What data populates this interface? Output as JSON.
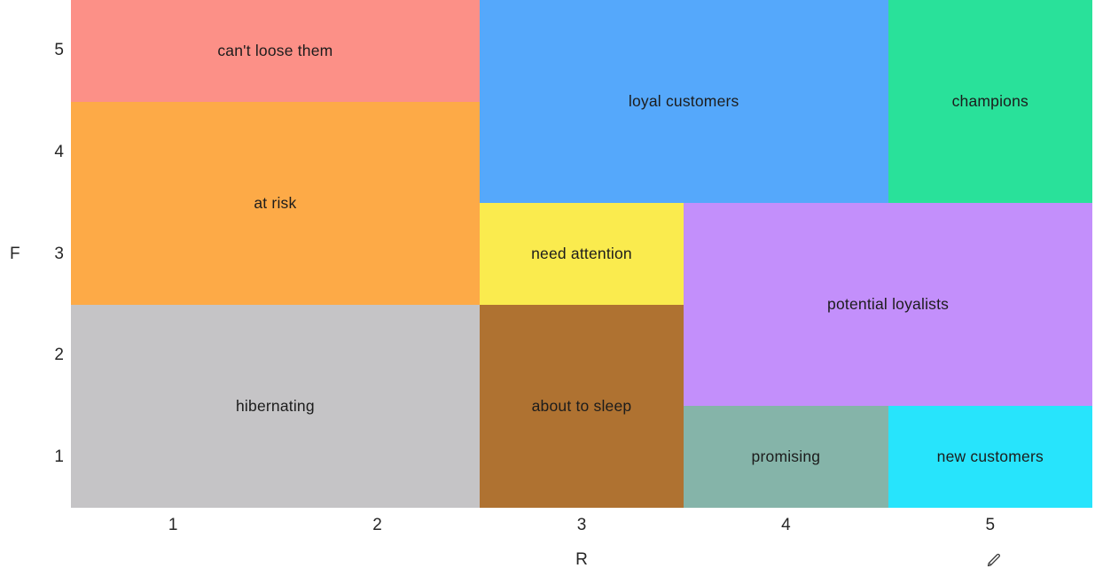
{
  "chart_data": {
    "type": "heatmap",
    "variant": "rfm-segment-map",
    "title": "",
    "xlabel": "R",
    "ylabel": "F",
    "x_ticks": [
      "1",
      "2",
      "3",
      "4",
      "5"
    ],
    "y_ticks": [
      "5",
      "4",
      "3",
      "2",
      "1"
    ],
    "xlim": [
      0.5,
      5.5
    ],
    "ylim": [
      0.5,
      5.5
    ],
    "grid": false,
    "legend_position": "none",
    "label_color": "#1c1c1c",
    "axis_text_color": "#262626",
    "segments": [
      {
        "label": "can't loose them",
        "color": "#FC9087",
        "r": [
          0.5,
          2.5
        ],
        "f": [
          4.5,
          5.5
        ]
      },
      {
        "label": "at risk",
        "color": "#FDAA47",
        "r": [
          0.5,
          2.5
        ],
        "f": [
          2.5,
          4.5
        ]
      },
      {
        "label": "hibernating",
        "color": "#C5C4C6",
        "r": [
          0.5,
          2.5
        ],
        "f": [
          0.5,
          2.5
        ]
      },
      {
        "label": "loyal customers",
        "color": "#55A8FB",
        "r": [
          2.5,
          4.5
        ],
        "f": [
          3.5,
          5.5
        ]
      },
      {
        "label": "champions",
        "color": "#29E19A",
        "r": [
          4.5,
          5.5
        ],
        "f": [
          3.5,
          5.5
        ]
      },
      {
        "label": "need attention",
        "color": "#FAEB4E",
        "r": [
          2.5,
          3.5
        ],
        "f": [
          2.5,
          3.5
        ]
      },
      {
        "label": "potential loyalists",
        "color": "#C38FFB",
        "r": [
          3.5,
          5.5
        ],
        "f": [
          1.5,
          3.5
        ]
      },
      {
        "label": "about to sleep",
        "color": "#AF7231",
        "r": [
          2.5,
          3.5
        ],
        "f": [
          0.5,
          2.5
        ]
      },
      {
        "label": "promising",
        "color": "#85B4A9",
        "r": [
          3.5,
          4.5
        ],
        "f": [
          0.5,
          1.5
        ]
      },
      {
        "label": "new customers",
        "color": "#27E4FC",
        "r": [
          4.5,
          5.5
        ],
        "f": [
          0.5,
          1.5
        ]
      }
    ]
  },
  "icons": {
    "pencil": "pencil-icon"
  }
}
